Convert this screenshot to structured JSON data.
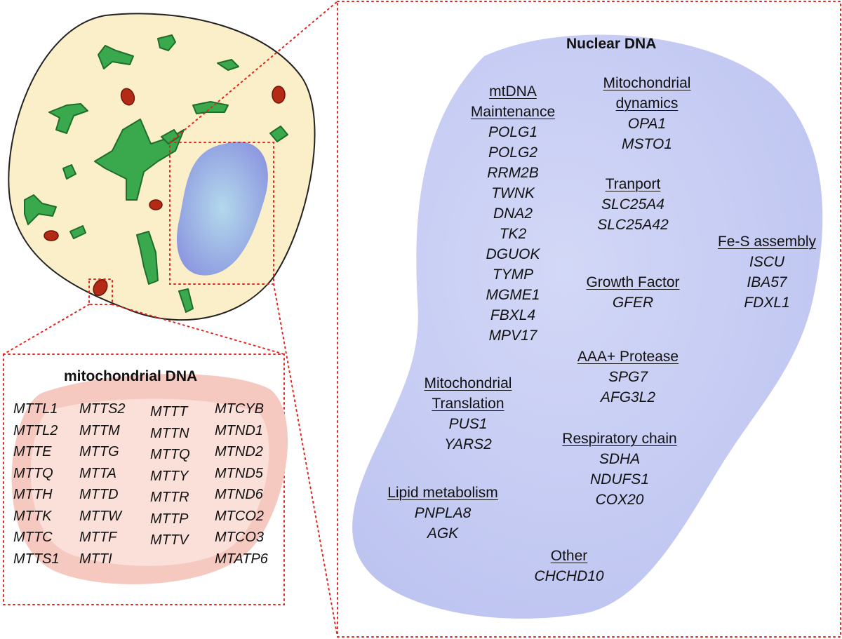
{
  "nuclear": {
    "title": "Nuclear DNA",
    "groups": [
      {
        "id": "mtdna-maintenance",
        "header": [
          "mtDNA",
          "Maintenance"
        ],
        "genes": [
          "POLG1",
          "POLG2",
          "RRM2B",
          "TWNK",
          "DNA2",
          "TK2",
          "DGUOK",
          "TYMP",
          "MGME1",
          "FBXL4",
          "MPV17"
        ]
      },
      {
        "id": "mito-dynamics",
        "header": [
          "Mitochondrial",
          "dynamics"
        ],
        "genes": [
          "OPA1",
          "MSTO1"
        ]
      },
      {
        "id": "transport",
        "header": [
          "Tranport"
        ],
        "genes": [
          "SLC25A4",
          "SLC25A42"
        ]
      },
      {
        "id": "fes-assembly",
        "header": [
          "Fe-S assembly"
        ],
        "genes": [
          "ISCU",
          "IBA57",
          "FDXL1"
        ]
      },
      {
        "id": "growth-factor",
        "header": [
          "Growth Factor"
        ],
        "genes": [
          "GFER"
        ]
      },
      {
        "id": "aaa-protease",
        "header": [
          "AAA+ Protease"
        ],
        "genes": [
          "SPG7",
          "AFG3L2"
        ]
      },
      {
        "id": "mito-translation",
        "header": [
          "Mitochondrial",
          "Translation"
        ],
        "genes": [
          "PUS1",
          "YARS2"
        ]
      },
      {
        "id": "respiratory-chain",
        "header": [
          "Respiratory chain"
        ],
        "genes": [
          "SDHA",
          "NDUFS1",
          "COX20"
        ]
      },
      {
        "id": "lipid-metabolism",
        "header": [
          "Lipid metabolism"
        ],
        "genes": [
          "PNPLA8",
          "AGK"
        ]
      },
      {
        "id": "other",
        "header": [
          "Other"
        ],
        "genes": [
          "CHCHD10"
        ]
      }
    ]
  },
  "mitochondrial": {
    "title": "mitochondrial DNA",
    "columns": [
      [
        "MTTL1",
        "MTTL2",
        "MTTE",
        "MTTQ",
        "MTTH",
        "MTTK",
        "MTTC",
        "MTTS1"
      ],
      [
        "MTTS2",
        "MTTM",
        "MTTG",
        "MTTA",
        "MTTD",
        "MTTW",
        "MTTF",
        "MTTI"
      ],
      [
        "MTTT",
        "MTTN",
        "MTTQ",
        "MTTY",
        "MTTR",
        "MTTP",
        "MTTV"
      ],
      [
        "MTCYB",
        "MTND1",
        "MTND2",
        "MTND5",
        "MTND6",
        "MTCO2",
        "MTCO3",
        "MTATP6"
      ]
    ]
  },
  "colors": {
    "cytoplasm": "#faefc8",
    "nucleus": "#9aa6e6",
    "nuclear_panel": "#c5cbf3",
    "mitochondrion_green": "#2e9a3e",
    "mitochondrion_red": "#b42a14",
    "dotted_line": "#e0261e",
    "mito_dna_blob": "#f6c9c0"
  }
}
